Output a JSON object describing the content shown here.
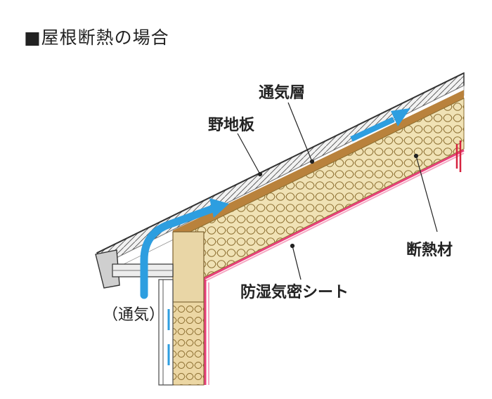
{
  "title": "■屋根断熱の場合",
  "labels": {
    "ventilation_layer": "通気層",
    "sheathing_board": "野地板",
    "insulation": "断熱材",
    "vapor_barrier": "防湿気密シート",
    "airflow": "（通気）"
  },
  "colors": {
    "insulation_fill": "#f0e2b5",
    "insulation_coil": "#8b6d2f",
    "sheathing": "#b9823c",
    "vapor_barrier": "#e8407a",
    "vapor_barrier_light": "#f5a8c3",
    "airflow_arrow": "#2d9ee0",
    "roof_line": "#333333"
  }
}
